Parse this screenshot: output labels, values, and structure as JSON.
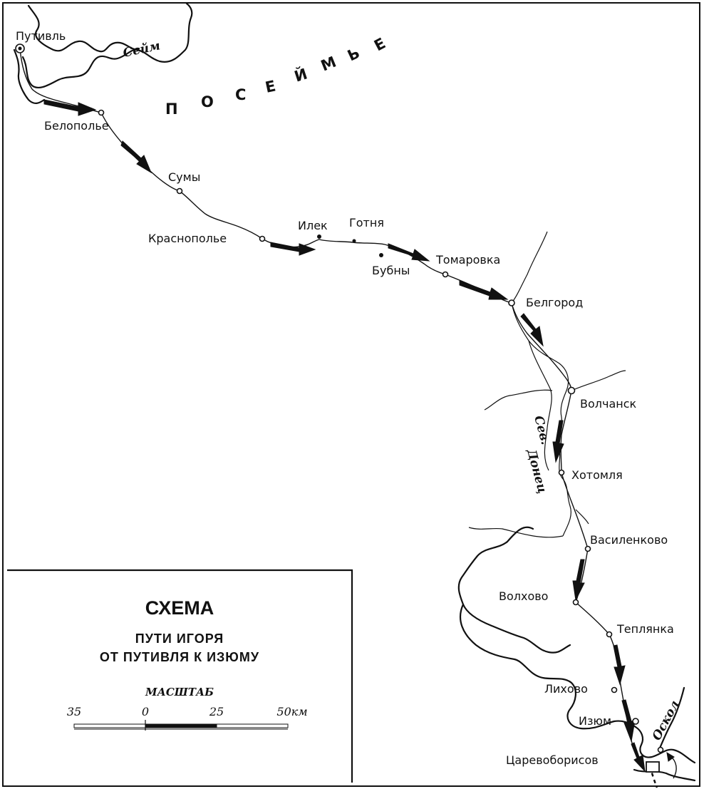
{
  "legend": {
    "title": "СХЕМА",
    "subtitle_line1": "ПУТИ ИГОРЯ",
    "subtitle_line2": "ОТ ПУТИВЛЯ К ИЗЮМУ",
    "scale_label": "МАСШТАБ",
    "scale_ticks": [
      "35",
      "0",
      "25",
      "50км"
    ]
  },
  "region": {
    "letters": [
      "П",
      "О",
      "С",
      "Е",
      "Й",
      "М",
      "Ь",
      "Е"
    ]
  },
  "rivers": {
    "seim": "Сейм",
    "donets_1": "Сев.",
    "donets_2": "Донец",
    "oskol": "Оскол"
  },
  "places": {
    "putivl": "Путивль",
    "belopolye": "Белополье",
    "sumy": "Сумы",
    "krasnopolye": "Краснополье",
    "ilek": "Илек",
    "gotnya": "Готня",
    "bubny": "Бубны",
    "tomarovka": "Томаровка",
    "belgorod": "Белгород",
    "volchansk": "Волчанск",
    "khotomlya": "Хотомля",
    "vasilenkovo": "Василенково",
    "volkhovo": "Волхово",
    "teplyanka": "Теплянка",
    "likhovo": "Лихово",
    "izyum": "Изюм",
    "tsarevoborisov": "Царевоборисов"
  }
}
